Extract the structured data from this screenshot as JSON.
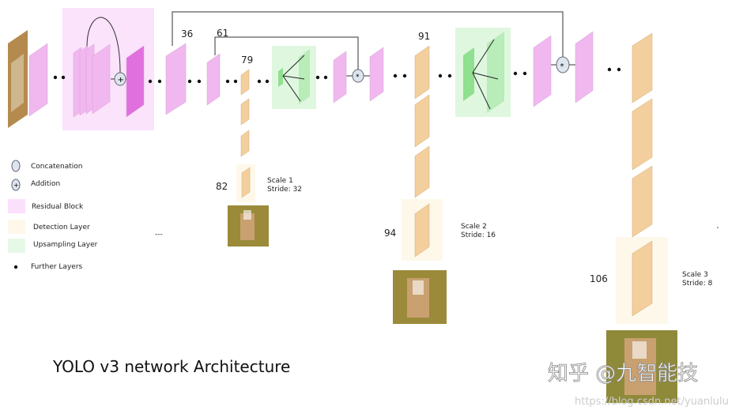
{
  "title": "YOLO v3 network Architecture",
  "layer_numbers": {
    "l36": "36",
    "l61": "61",
    "l79": "79",
    "l82": "82",
    "l91": "91",
    "l94": "94",
    "l106": "106"
  },
  "scales": [
    {
      "scale": "Scale 1",
      "stride": "Stride: 32"
    },
    {
      "scale": "Scale 2",
      "stride": "Stride: 16"
    },
    {
      "scale": "Scale 3",
      "stride": "Stride: 8"
    }
  ],
  "legend": [
    {
      "label": "Concatenation",
      "icon": "concatenation-icon"
    },
    {
      "label": "Addition",
      "icon": "addition-icon"
    },
    {
      "label": "Residual Block",
      "icon": "residual-block-swatch"
    },
    {
      "label": "Detection Layer",
      "icon": "detection-layer-swatch"
    },
    {
      "label": "Upsampling Layer",
      "icon": "upsampling-layer-swatch"
    },
    {
      "label": "Further Layers",
      "icon": "dot-icon"
    }
  ],
  "ellipsis": "---",
  "watermark": {
    "brand": "知乎 @九智能技",
    "url": "https://blog.csdn.net/yuanlulu"
  },
  "colors": {
    "conv": "#f0b8ee",
    "conv_dark": "#e070de",
    "detect": "#f3cf9e",
    "residual_bg": "#fbe3fb",
    "upsample_bg": "#dff7df",
    "detect_bg": "#fdf8ea"
  }
}
